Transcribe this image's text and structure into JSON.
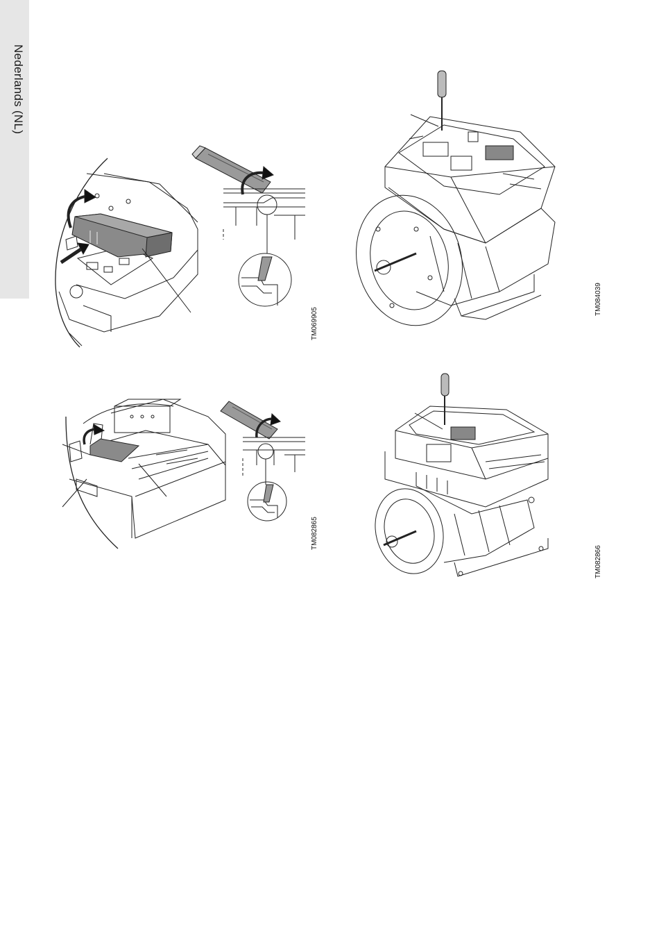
{
  "sidebar": {
    "language_label": "Nederlands (NL)"
  },
  "figures": [
    {
      "code": "TM069905"
    },
    {
      "code": "TM084039"
    },
    {
      "code": "TM082865"
    },
    {
      "code": "TM082866"
    }
  ]
}
